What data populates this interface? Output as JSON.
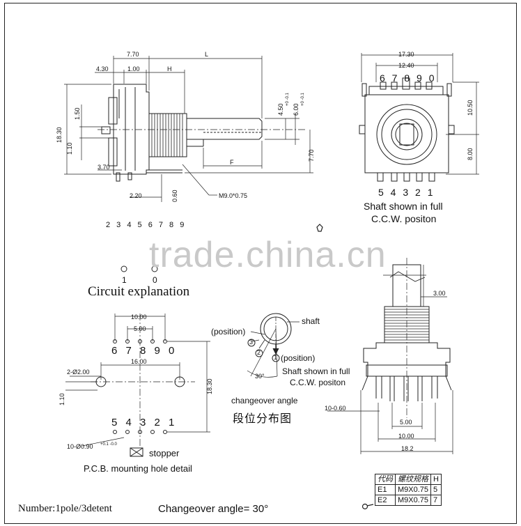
{
  "side_view": {
    "dims": {
      "d_770": "7.70",
      "d_L": "L",
      "d_430": "4.30",
      "d_100": "1.00",
      "d_H": "H",
      "d_1830": "18.30",
      "d_150": "1.50",
      "d_110": "1.10",
      "d_370": "3.70",
      "d_220": "2.20",
      "d_060": "0.60",
      "d_450": "4.50",
      "d_450_tol": "+0  -0.1",
      "d_600": "6.00",
      "d_600_tol": "+0  -0.1",
      "d_770b": "7.70",
      "d_F": "F",
      "thread": "M9.0*0.75"
    }
  },
  "front_view": {
    "dims": {
      "d_1730": "17.30",
      "d_1240": "12.40",
      "d_1050": "10.50",
      "d_800": "8.00"
    },
    "top_pins": "6 7 8 9 0",
    "bottom_pins": "5 4 3 2 1",
    "caption_1": "Shaft shown in full",
    "caption_2": "C.C.W. positon"
  },
  "circuit": {
    "pins_row": "2 3 4 5 6 7 8 9",
    "pin_1": "1",
    "pin_0": "0",
    "title": "Circuit explanation"
  },
  "watermark": "trade.china.cn",
  "pcb": {
    "d_1000": "10.00",
    "d_500": "5.00",
    "top_pins": "6 7 8 9 0",
    "d_1600": "16.00",
    "d_hole": "2-Ø2.00",
    "d_1830": "18.30",
    "d_110": "1.10",
    "bottom_pins": "5 4 3 2 1",
    "d_pinhole": "10-Ø0.90",
    "d_pinhole_tol": "+0.1  -0.0",
    "stopper": "stopper",
    "caption": "P.C.B.  mounting hole detail"
  },
  "changeover": {
    "shaft": "shaft",
    "position_left": "(position)",
    "position_right": "(position)",
    "n1": "1",
    "n2": "2",
    "n3": "3",
    "angle": "30°",
    "caption_1": "Shaft shown in full",
    "caption_2": "C.C.W. positon",
    "label_en": "changeover angle",
    "label_cn": "段位分布图"
  },
  "side_view_2": {
    "d_300": "3.00",
    "d_pins": "10-0.60",
    "d_500": "5.00",
    "d_1000": "10.00",
    "d_182": "18.2"
  },
  "spec_table": {
    "headers": [
      "代码",
      "螺纹规格",
      "H"
    ],
    "rows": [
      [
        "E1",
        "M9X0.75",
        "5"
      ],
      [
        "E2",
        "M9X0.75",
        "7"
      ]
    ]
  },
  "footer": {
    "number": "Number:1pole/3detent",
    "changeover": "Changeover angle=  30°"
  }
}
